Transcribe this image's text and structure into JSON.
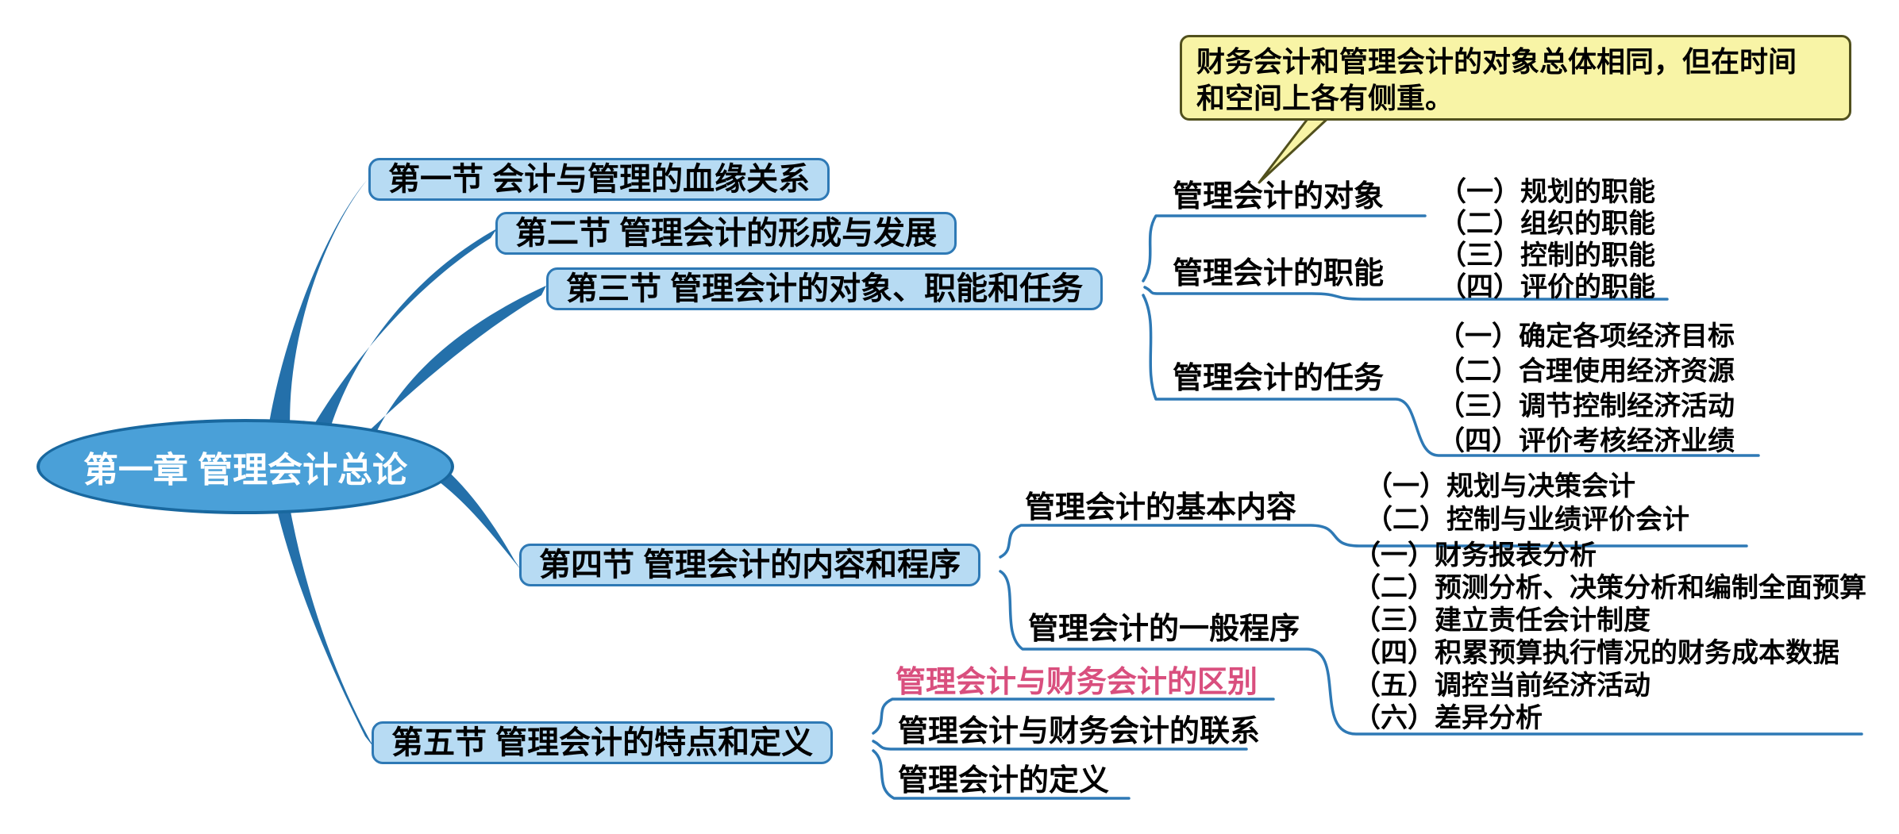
{
  "root": {
    "label": "第一章 管理会计总论"
  },
  "callout": {
    "lines": [
      "财务会计和管理会计的对象总体相同，但在时间",
      "和空间上各有侧重。"
    ]
  },
  "sections": [
    {
      "label": "第一节 会计与管理的血缘关系"
    },
    {
      "label": "第二节 管理会计的形成与发展"
    },
    {
      "label": "第三节 管理会计的对象、职能和任务",
      "children": [
        {
          "label": "管理会计的对象"
        },
        {
          "label": "管理会计的职能",
          "items": [
            "（一）规划的职能",
            "（二）组织的职能",
            "（三）控制的职能",
            "（四）评价的职能"
          ]
        },
        {
          "label": "管理会计的任务",
          "items": [
            "（一）确定各项经济目标",
            "（二）合理使用经济资源",
            "（三）调节控制经济活动",
            "（四）评价考核经济业绩"
          ]
        }
      ]
    },
    {
      "label": "第四节 管理会计的内容和程序",
      "children": [
        {
          "label": "管理会计的基本内容",
          "items": [
            "（一）规划与决策会计",
            "（二）控制与业绩评价会计"
          ]
        },
        {
          "label": "管理会计的一般程序",
          "items": [
            "（一）财务报表分析",
            "（二）预测分析、决策分析和编制全面预算",
            "（三）建立责任会计制度",
            "（四）积累预算执行情况的财务成本数据",
            "（五）调控当前经济活动",
            "（六）差异分析"
          ]
        }
      ]
    },
    {
      "label": "第五节 管理会计的特点和定义",
      "children": [
        {
          "label": "管理会计与财务会计的区别",
          "highlight": true
        },
        {
          "label": "管理会计与财务会计的联系"
        },
        {
          "label": "管理会计的定义"
        }
      ]
    }
  ],
  "colors": {
    "branch": "#2470aa",
    "node_fill": "#b7dbf3",
    "node_border": "#2e79b5",
    "root_fill": "#4aa0d8",
    "root_border": "#19689f",
    "connector": "#2e79b5",
    "callout_fill": "#f8f4a6",
    "callout_border": "#51501d",
    "highlight_text": "#d94f7e"
  }
}
